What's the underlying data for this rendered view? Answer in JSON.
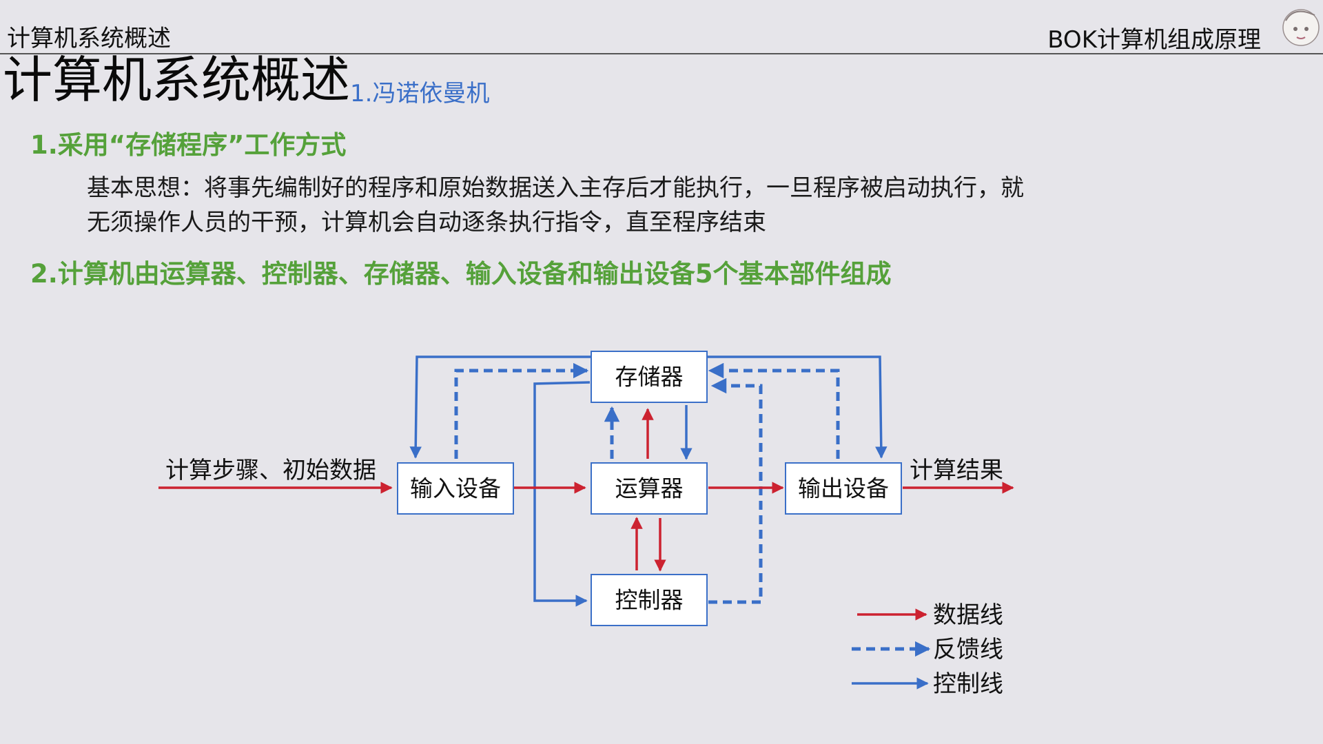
{
  "header": {
    "left": "计算机系统概述",
    "right": "BOK计算机组成原理"
  },
  "title": {
    "main": "计算机系统概述",
    "sub": "1.冯诺依曼机"
  },
  "points": [
    {
      "heading": "1.采用“存储程序”工作方式"
    },
    {
      "heading": "2.计算机由运算器、控制器、存储器、输入设备和输出设备5个基本部件组成"
    }
  ],
  "description": "基本思想：将事先编制好的程序和原始数据送入主存后才能执行，一旦程序被启动执行，就无须操作人员的干预，计算机会自动逐条执行指令，直至程序结束",
  "diagram": {
    "nodes": {
      "memory": "存储器",
      "input": "输入设备",
      "alu": "运算器",
      "output": "输出设备",
      "controller": "控制器"
    },
    "input_label": "计算步骤、初始数据",
    "output_label": "计算结果",
    "legend": {
      "data_line": "数据线",
      "feedback_line": "反馈线",
      "control_line": "控制线"
    }
  },
  "colors": {
    "data_line": "#cc2230",
    "feedback_line": "#3a6fc8",
    "control_line": "#3a6fc8",
    "heading_green": "#55a13a",
    "subtitle_blue": "#3a6fc8"
  }
}
